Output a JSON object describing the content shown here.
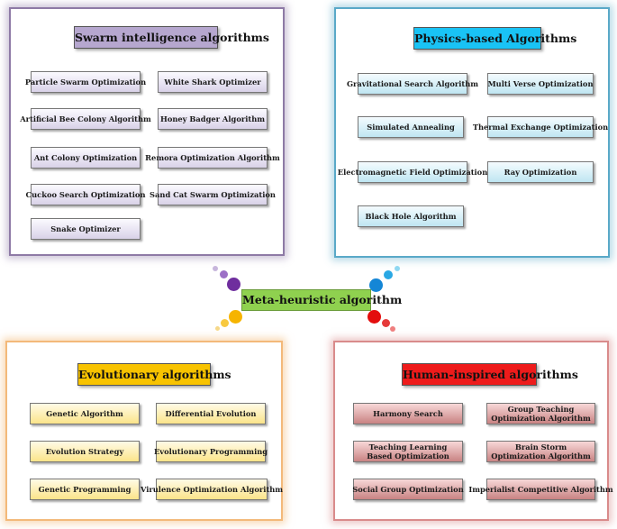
{
  "center": {
    "label": "Meta-heuristic algorithm"
  },
  "panels": {
    "swarm": {
      "title": "Swarm intelligence algorithms",
      "items": [
        "Particle Swarm Optimization",
        "White Shark Optimizer",
        "Artificial Bee Colony Algorithm",
        "Honey Badger Algorithm",
        "Ant Colony Optimization",
        "Remora Optimization Algorithm",
        "Cuckoo Search Optimization",
        "Sand Cat Swarm Optimization",
        "Snake Optimizer"
      ]
    },
    "physics": {
      "title": "Physics-based Algorithms",
      "items": [
        "Gravitational Search Algorithm",
        "Multi Verse Optimization",
        "Simulated Annealing",
        "Thermal Exchange Optimization",
        "Electromagnetic Field Optimization",
        "Ray Optimization",
        "Black Hole Algorithm"
      ]
    },
    "evolutionary": {
      "title": "Evolutionary algorithms",
      "items": [
        "Genetic Algorithm",
        "Differential Evolution",
        "Evolution Strategy",
        "Evolutionary Programming",
        "Genetic Programming",
        "Virulence Optimization Algorithm"
      ]
    },
    "human": {
      "title": "Human-inspired algorithms",
      "items": [
        "Harmony Search",
        "Group Teaching Optimization Algorithm",
        "Teaching Learning Based Optimization",
        "Brain Storm Optimization Algorithm",
        "Social Group Optimization",
        "Imperialist Competitive Algorithm"
      ]
    }
  },
  "colors": {
    "swarm_title": "#b6a7cf",
    "physics_title": "#19c3f5",
    "evolutionary_title": "#f8c300",
    "human_title": "#ee1b1b",
    "center": "#8fd14f"
  }
}
